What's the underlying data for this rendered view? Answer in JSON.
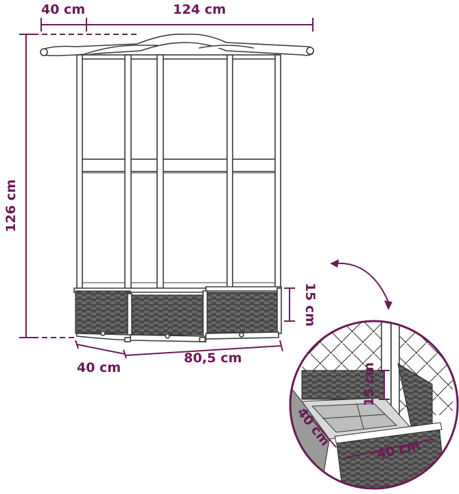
{
  "dimensions": {
    "side_depth_top": "40 cm",
    "width_top": "124 cm",
    "height_total": "126 cm",
    "planter_height": "15 cm",
    "depth_bottom": "40 cm",
    "width_bottom": "80,5 cm"
  },
  "inset": {
    "height": "15 cm",
    "depth": "40 cm",
    "width": "40 cm"
  },
  "colors": {
    "dimension": "#6b1a55",
    "line": "#3a3a3a",
    "wicker": "#555555"
  }
}
